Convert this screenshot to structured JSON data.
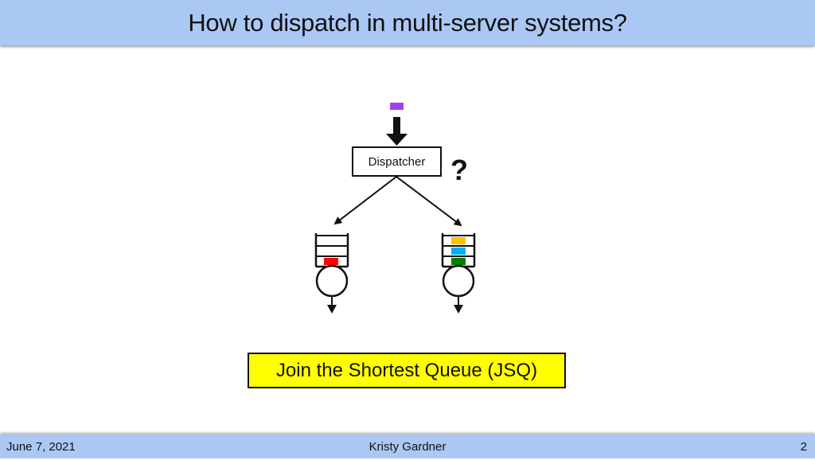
{
  "header": {
    "title": "How to dispatch in multi-server systems?"
  },
  "diagram": {
    "dispatcher_label": "Dispatcher",
    "question_mark": "?",
    "incoming_job_color": "#a040f0",
    "queues": [
      {
        "name": "left",
        "jobs": [
          {
            "slot": 3,
            "color": "#ff0000"
          }
        ]
      },
      {
        "name": "right",
        "jobs": [
          {
            "slot": 1,
            "color": "#ffc000"
          },
          {
            "slot": 2,
            "color": "#00b0f0"
          },
          {
            "slot": 3,
            "color": "#008000"
          }
        ]
      }
    ],
    "policy_label": "Join the Shortest Queue (JSQ)",
    "policy_color": "#ffff00"
  },
  "footer": {
    "date": "June 7, 2021",
    "author": "Kristy Gardner",
    "page": "2"
  }
}
